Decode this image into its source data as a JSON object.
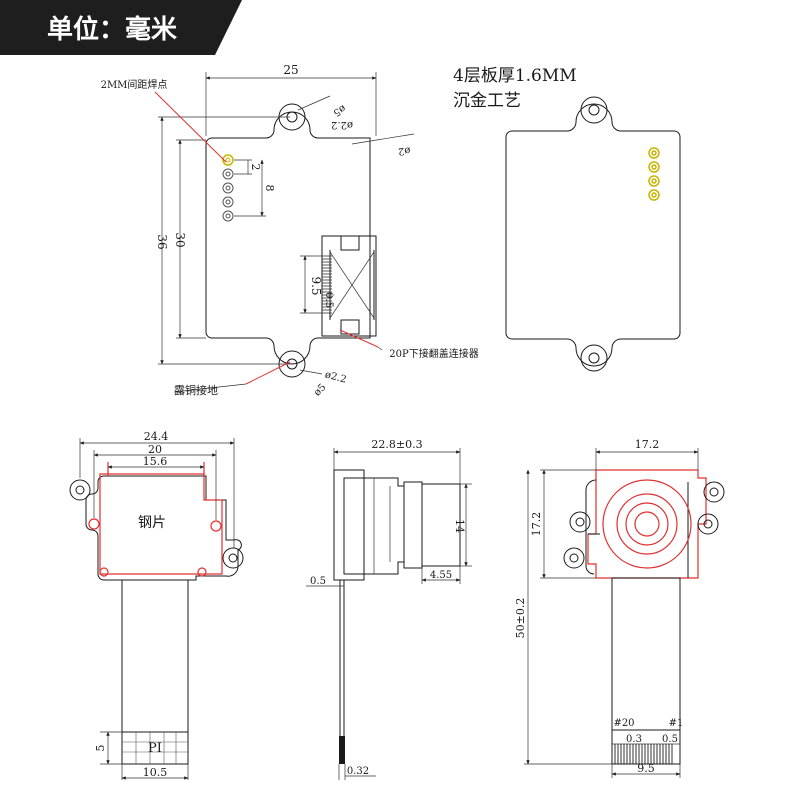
{
  "banner": {
    "title": "单位：毫米"
  },
  "top_left": {
    "dims": {
      "width_25": "25",
      "height_36": "36",
      "height_30": "30",
      "pitch_2": "2",
      "span_8": "8",
      "conn_9_5": "9.5",
      "conn_0_5": "0.5",
      "hole_d5_top": "ø5",
      "hole_d2_2_top": "ø2.2",
      "corner_r2": "ø2",
      "hole_d2_2_bottom": "ø2.2",
      "hole_d5_bottom": "ø5"
    },
    "labels": {
      "pads": "2MM间距焊点",
      "connector": "20P下接翻盖连接器",
      "ground": "露铜接地"
    }
  },
  "top_right": {
    "note_line1": "4层板厚1.6MM",
    "note_line2": "沉金工艺"
  },
  "bottom_left": {
    "dims": {
      "w_24_4": "24.4",
      "w_20": "20",
      "w_15_6": "15.6",
      "h_5": "5",
      "w_10_5": "10.5"
    },
    "labels": {
      "steel": "钢片",
      "pi": "PI"
    }
  },
  "bottom_mid": {
    "dims": {
      "w_22_8": "22.8±0.3",
      "h_14": "14",
      "d_0_5": "0.5",
      "d_4_55": "4.55",
      "d_0_32": "0.32"
    }
  },
  "bottom_right": {
    "dims": {
      "w_17_2": "17.2",
      "h_17_2": "17.2",
      "h_50": "50±0.2",
      "pin20": "#20",
      "pin1": "#1",
      "d_0_3": "0.3",
      "d_0_5": "0.5",
      "w_9_5": "9.5"
    }
  }
}
